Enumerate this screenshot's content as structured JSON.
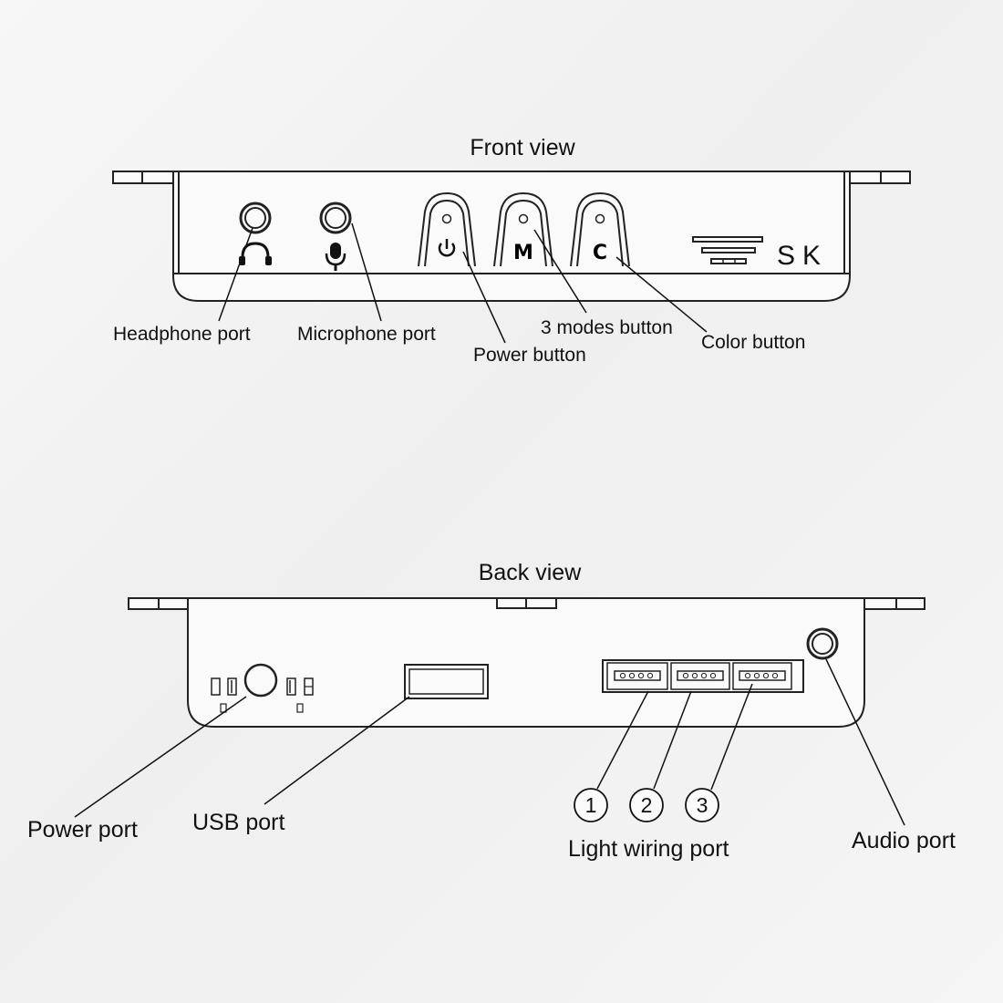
{
  "front": {
    "title": "Front view",
    "brand": "SK",
    "labels": {
      "headphone": "Headphone port",
      "microphone": "Microphone port",
      "power": "Power button",
      "modes": "3 modes button",
      "color": "Color button"
    },
    "buttons": {
      "modes_glyph": "M",
      "color_glyph": "C"
    }
  },
  "back": {
    "title": "Back view",
    "labels": {
      "power_port": "Power port",
      "usb_port": "USB port",
      "light_wiring": "Light wiring port",
      "audio_port": "Audio port"
    },
    "port_numbers": [
      "1",
      "2",
      "3"
    ]
  }
}
